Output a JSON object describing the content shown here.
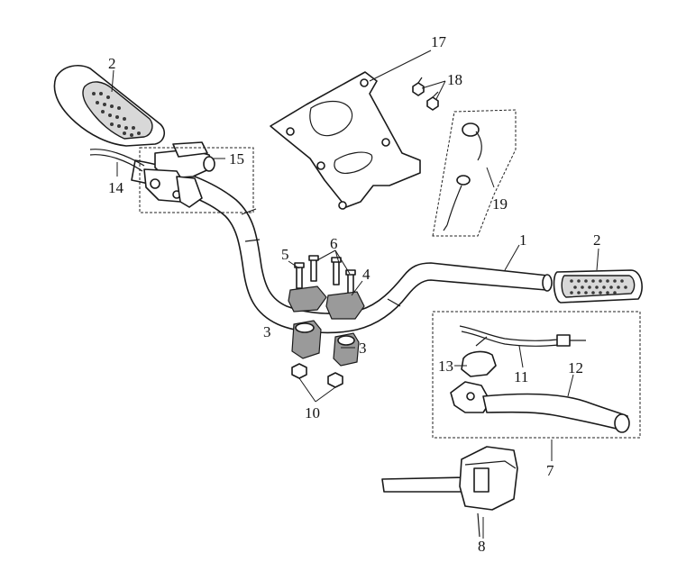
{
  "diagram": {
    "labels": {
      "grip_left": "2",
      "grip_right": "2",
      "handlebar": "1",
      "lever_assembly_left": "14",
      "master_cylinder": "15",
      "mount_plate": "17",
      "plate_bolts": "18",
      "switch_cable": "19",
      "clamp_bolts": "6",
      "bolt_left": "5",
      "upper_clamp": "4",
      "lower_holder_left": "3",
      "lower_holder_right": "3",
      "nuts": "10",
      "brake_lever_assembly": "7",
      "cable": "11",
      "perch": "13",
      "lever": "12",
      "switch_housing": "8"
    }
  }
}
